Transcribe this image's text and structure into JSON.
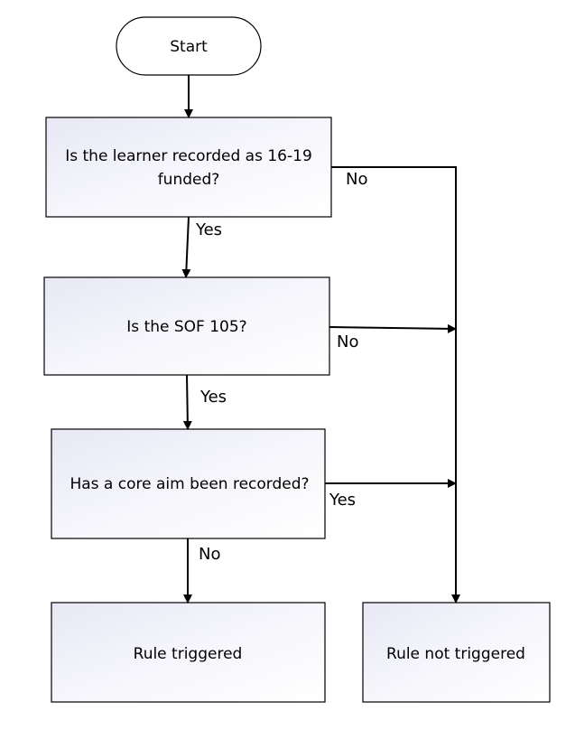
{
  "nodes": {
    "start": "Start",
    "q1_line1": "Is the learner recorded as 16-19",
    "q1_line2": "funded?",
    "q2": "Is the SOF 105?",
    "q3": "Has a core aim been recorded?",
    "triggered": "Rule triggered",
    "not_triggered": "Rule not triggered"
  },
  "edges": {
    "q1_yes": "Yes",
    "q1_no": "No",
    "q2_yes": "Yes",
    "q2_no": "No",
    "q3_no": "No",
    "q3_yes": "Yes"
  },
  "colors": {
    "box_fill_start": "#e9e9f6",
    "box_fill_end": "#ffffff",
    "stroke": "#000000"
  }
}
